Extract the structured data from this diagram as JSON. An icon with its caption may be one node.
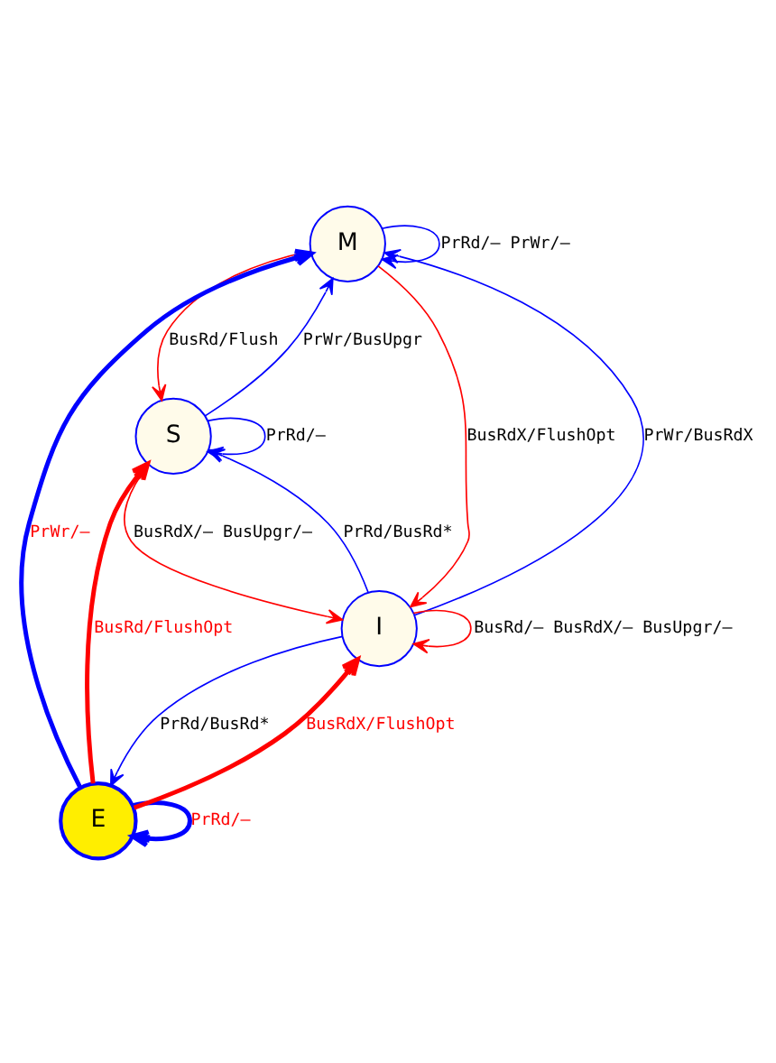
{
  "diagram": {
    "nodes": [
      {
        "text": [
          "M"
        ]
      },
      {
        "text": [
          "E"
        ]
      },
      {
        "text": [
          "S"
        ]
      },
      {
        "text": [
          "I"
        ]
      }
    ],
    "edges": [
      {
        "from": 0,
        "to": 0,
        "arrow": "to",
        "label": "PrRd/– PrWr/–"
      },
      {
        "from": 1,
        "to": 0,
        "arrow": "to",
        "label": "PrWr/–",
        "style": "thick"
      },
      {
        "from": 0,
        "to": 2,
        "arrow": "to",
        "label": "BusRd/Flush",
        "color": "#ff0000"
      },
      {
        "from": 0,
        "to": 3,
        "arrow": "to",
        "label": "BusRdX/FlushOpt",
        "color": "#ff0000"
      },
      {
        "from": 2,
        "to": 0,
        "arrow": "to",
        "label": "PrWr/BusUpgr"
      },
      {
        "from": 1,
        "to": 1,
        "arrow": "to",
        "label": "PrRd/–",
        "style": "thick"
      },
      {
        "from": 1,
        "to": 2,
        "arrow": "to",
        "label": "BusRd/FlushOpt",
        "style": "thick",
        "color": "#ff0000"
      },
      {
        "from": 1,
        "to": 3,
        "arrow": "to",
        "label": "BusRdX/FlushOpt",
        "style": "thick",
        "color": "#ff0000"
      },
      {
        "from": 3,
        "to": 0,
        "arrow": "to",
        "label": "PrWr/BusRdX"
      },
      {
        "from": 3,
        "to": 1,
        "arrow": "to",
        "label": "PrRd/BusRd*"
      },
      {
        "from": 3,
        "to": 2,
        "arrow": "to",
        "label": "PrRd/BusRd*"
      },
      {
        "from": 2,
        "to": 2,
        "arrow": "to",
        "label": "PrRd/–"
      },
      {
        "from": 2,
        "to": 3,
        "arrow": "to",
        "label": "BusRdX/– BusUpgr/–",
        "color": "#ff0000"
      },
      {
        "from": 3,
        "to": 3,
        "arrow": "to",
        "label": "BusRd/– BusRdX/– BusUpgr/–",
        "color": "#ff0000"
      }
    ]
  }
}
